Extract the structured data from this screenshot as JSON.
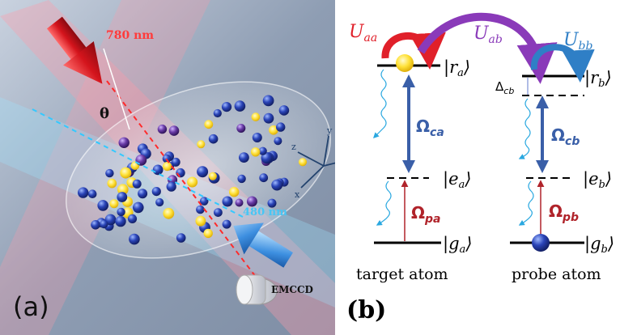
{
  "panel_a": {
    "panel_label": "(a)",
    "laser_red_label": "780 nm",
    "laser_blue_label": "480 nm",
    "angle_label": "θ",
    "camera_label": "EMCCD",
    "axes": {
      "x": "x",
      "y": "y",
      "z": "z"
    }
  },
  "panel_b": {
    "panel_label": "(b)",
    "interactions": {
      "aa": "U",
      "aa_sub": "aa",
      "ab": "U",
      "ab_sub": "ab",
      "bb": "U",
      "bb_sub": "bb"
    },
    "target": {
      "caption": "target atom",
      "rydberg": "|r",
      "rydberg_sub": "a",
      "intermediate": "|e",
      "intermediate_sub": "a",
      "ground": "|g",
      "ground_sub": "a",
      "coupling": "Ω",
      "coupling_sub": "ca",
      "probe": "Ω",
      "probe_sub": "pa"
    },
    "probe": {
      "caption": "probe atom",
      "rydberg": "|r",
      "rydberg_sub": "b",
      "intermediate": "|e",
      "intermediate_sub": "b",
      "ground": "|g",
      "ground_sub": "b",
      "coupling": "Ω",
      "coupling_sub": "cb",
      "probe": "Ω",
      "probe_sub": "pb",
      "detuning": "Δ",
      "detuning_sub": "cb"
    },
    "colors": {
      "interaction_aa": "#e0202a",
      "interaction_ab": "#8a3ab9",
      "interaction_bb": "#2f7fc6",
      "coupling_arrow": "#3a5fa8",
      "probe_arrow": "#b0232a",
      "decay": "#2aa8e0"
    }
  }
}
